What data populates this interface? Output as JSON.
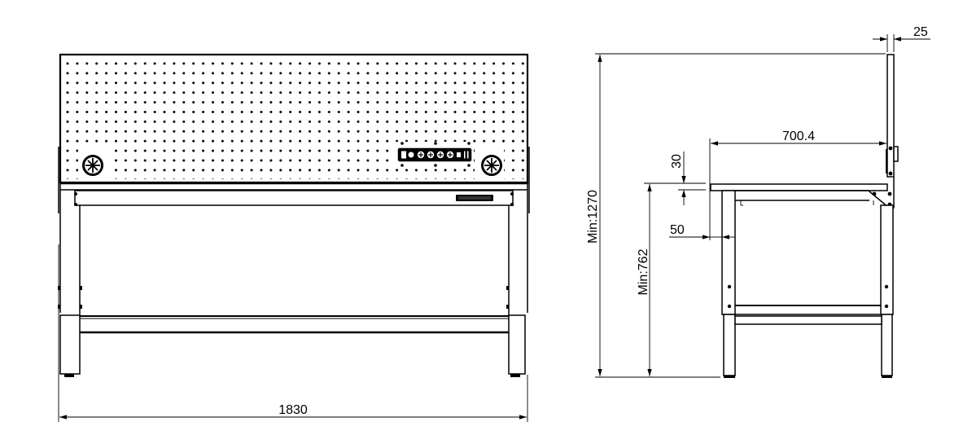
{
  "drawing": {
    "type": "technical-drawing",
    "subject": "workbench with pegboard",
    "views": [
      "front-view",
      "side-view"
    ],
    "line_color": "#000000",
    "background": "#ffffff"
  },
  "front_view": {
    "dimensions": {
      "overall_width": "1830"
    }
  },
  "side_view": {
    "dimensions": {
      "pegboard_thickness": "25",
      "top_depth": "700.4",
      "top_thickness": "30",
      "top_overhang": "50",
      "total_height": "Min:1270",
      "work_height": "Min:762"
    }
  }
}
